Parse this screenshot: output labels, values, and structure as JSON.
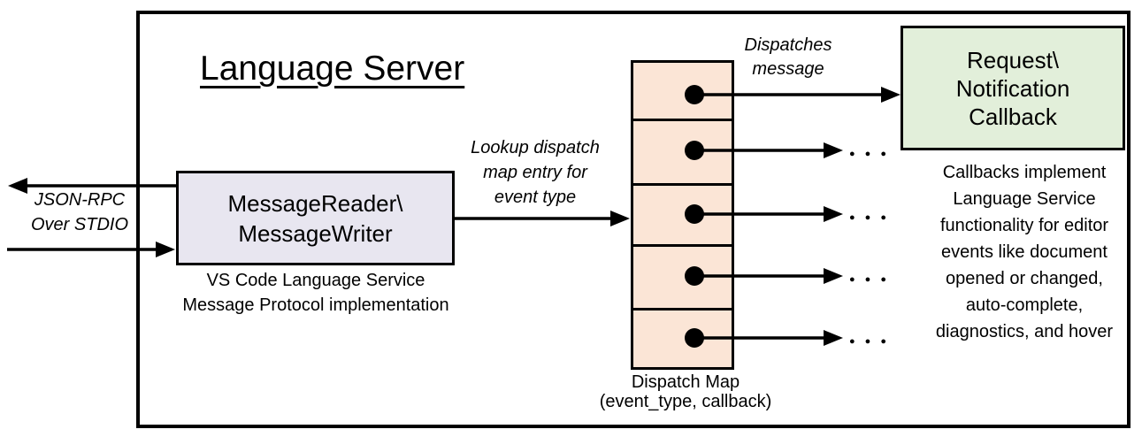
{
  "title": "Language Server",
  "stdio": {
    "lines": [
      "JSON-RPC",
      "Over STDIO"
    ]
  },
  "reader": {
    "lines": [
      "MessageReader\\",
      "MessageWriter"
    ],
    "caption": [
      "VS Code Language Service",
      "Message Protocol implementation"
    ]
  },
  "lookup": {
    "lines": [
      "Lookup dispatch",
      "map entry for",
      "event type"
    ]
  },
  "dispatches": {
    "lines": [
      "Dispatches",
      "message"
    ]
  },
  "callback": {
    "lines": [
      "Request\\",
      "Notification",
      "Callback"
    ]
  },
  "map": {
    "label": [
      "Dispatch Map",
      "(event_type, callback)"
    ]
  },
  "note": {
    "lines": [
      "Callbacks implement",
      "Language Service",
      "functionality for editor",
      "events like document",
      "opened or changed,",
      "auto-complete,",
      "diagnostics, and hover"
    ]
  },
  "ellipsis": "● ● ●",
  "colors": {
    "reader_fill": "#E8E6F0",
    "map_fill": "#FBE5D6",
    "callback_fill": "#E2EFDA",
    "line": "#000000"
  }
}
